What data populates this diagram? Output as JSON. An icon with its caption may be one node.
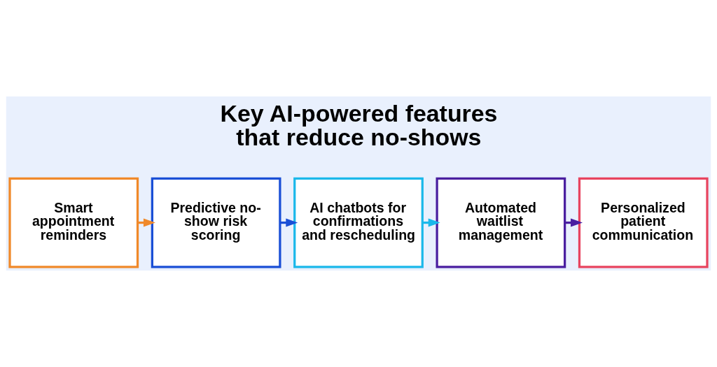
{
  "diagram": {
    "title": "Key AI-powered features that reduce no-shows",
    "nodes": [
      {
        "text": [
          "Smart appointment reminders"
        ]
      },
      {
        "text": [
          "Predictive no-show risk scoring"
        ]
      },
      {
        "text": [
          "AI chatbots for confirmations and rescheduling"
        ]
      },
      {
        "text": [
          "Automated waitlist management"
        ]
      },
      {
        "text": [
          "Personalized patient communication"
        ]
      }
    ],
    "edges": [
      {
        "from": 0,
        "to": 1,
        "arrow": "to",
        "color": "#f0892a"
      },
      {
        "from": 1,
        "to": 2,
        "arrow": "to",
        "color": "#1a4fd6"
      },
      {
        "from": 2,
        "to": 3,
        "arrow": "to",
        "color": "#1bb8ea"
      },
      {
        "from": 3,
        "to": 4,
        "arrow": "to",
        "color": "#4a1fa0"
      }
    ]
  }
}
